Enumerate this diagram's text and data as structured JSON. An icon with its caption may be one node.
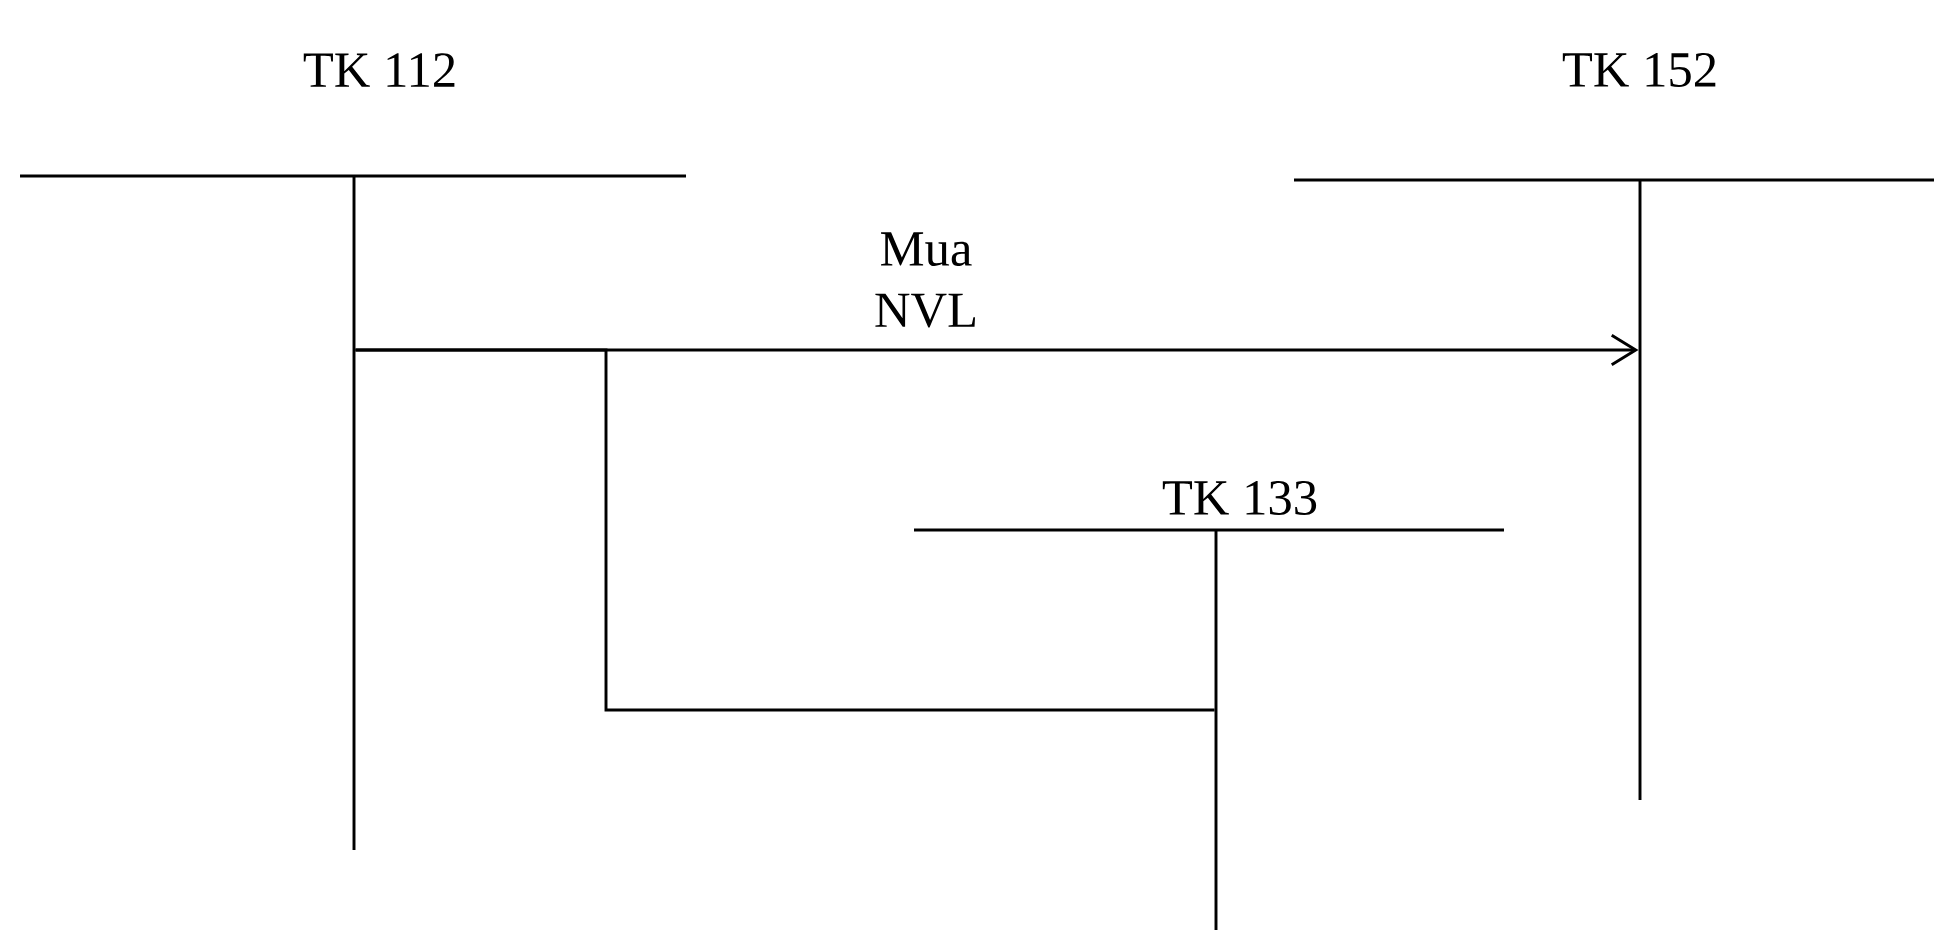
{
  "diagram": {
    "nodes": [
      {
        "text": [
          "TK 112"
        ]
      },
      {
        "text": [
          "TK 152"
        ]
      },
      {
        "text": [
          "TK 133"
        ]
      }
    ],
    "edges": [
      {
        "from": 0,
        "to": 1,
        "arrow": "to",
        "label": "Mua NVL"
      },
      {
        "from": 0,
        "to": 2,
        "arrow": "none"
      }
    ]
  }
}
